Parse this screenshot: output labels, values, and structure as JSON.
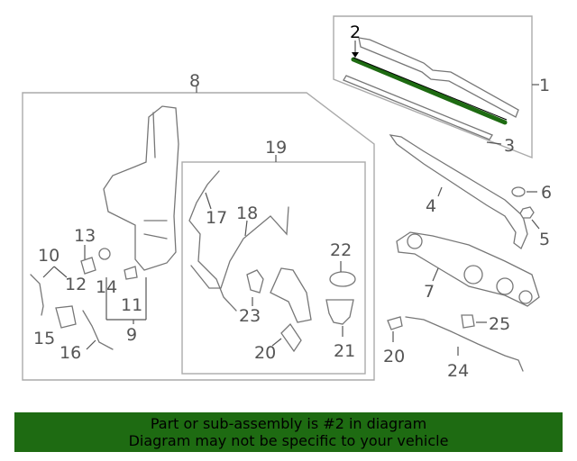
{
  "banner": {
    "line1": "Part or sub-assembly is #2 in diagram",
    "line2": "Diagram may not be specific to your vehicle",
    "bg_color": "#1e6b12"
  },
  "highlight_color": "#1e6b12",
  "callouts": {
    "c1": "1",
    "c2": "2",
    "c3": "3",
    "c4": "4",
    "c5": "5",
    "c6": "6",
    "c7": "7",
    "c8": "8",
    "c9": "9",
    "c10": "10",
    "c11": "11",
    "c12": "12",
    "c13": "13",
    "c14": "14",
    "c15": "15",
    "c16": "16",
    "c17": "17",
    "c18": "18",
    "c19": "19",
    "c20a": "20",
    "c20b": "20",
    "c21": "21",
    "c22": "22",
    "c23": "23",
    "c24": "24",
    "c25": "25"
  }
}
